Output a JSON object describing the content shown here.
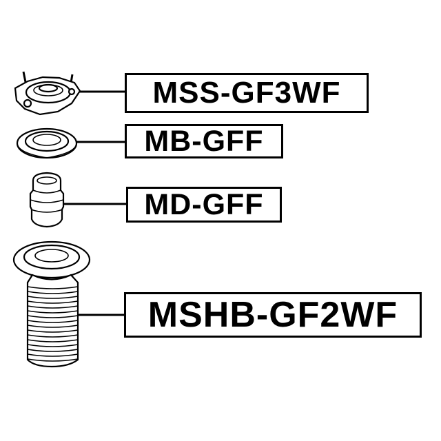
{
  "parts": [
    {
      "part_number": "MSS-GF3WF",
      "icon": "strut-mount-icon"
    },
    {
      "part_number": "MB-GFF",
      "icon": "strut-bearing-icon"
    },
    {
      "part_number": "MD-GFF",
      "icon": "bump-stop-icon"
    },
    {
      "part_number": "MSHB-GF2WF",
      "icon": "dust-boot-icon"
    }
  ],
  "colors": {
    "line": "#000000",
    "background": "#ffffff"
  }
}
